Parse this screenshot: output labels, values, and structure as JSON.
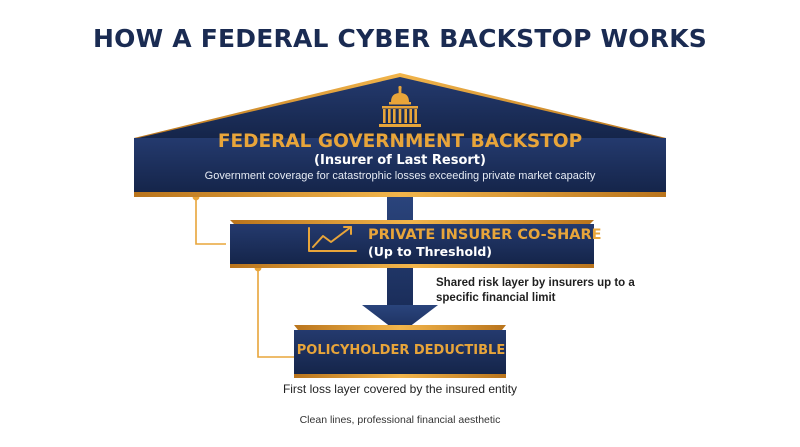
{
  "title": "HOW A FEDERAL CYBER BACKSTOP WORKS",
  "tiers": {
    "federal": {
      "title": "FEDERAL GOVERNMENT BACKSTOP",
      "subtitle": "(Insurer of Last Resort)",
      "description": "Government coverage for catastrophic losses exceeding private market capacity",
      "icon": "capitol-building-icon"
    },
    "private": {
      "title": "PRIVATE INSURER CO-SHARE",
      "subtitle": "(Up to Threshold)",
      "description": "Shared risk layer by insurers up to a specific financial limit",
      "icon": "rising-chart-icon"
    },
    "policyholder": {
      "title": "POLICYHOLDER DEDUCTIBLE",
      "description": "First loss layer covered by the insured entity"
    }
  },
  "footnote": "Clean lines, professional financial aesthetic",
  "colors": {
    "navy": "#1c2f5c",
    "navy_dark": "#10203f",
    "gold": "#e8a53a",
    "title_text": "#1a2b52",
    "label_text": "#1f1f1f"
  }
}
